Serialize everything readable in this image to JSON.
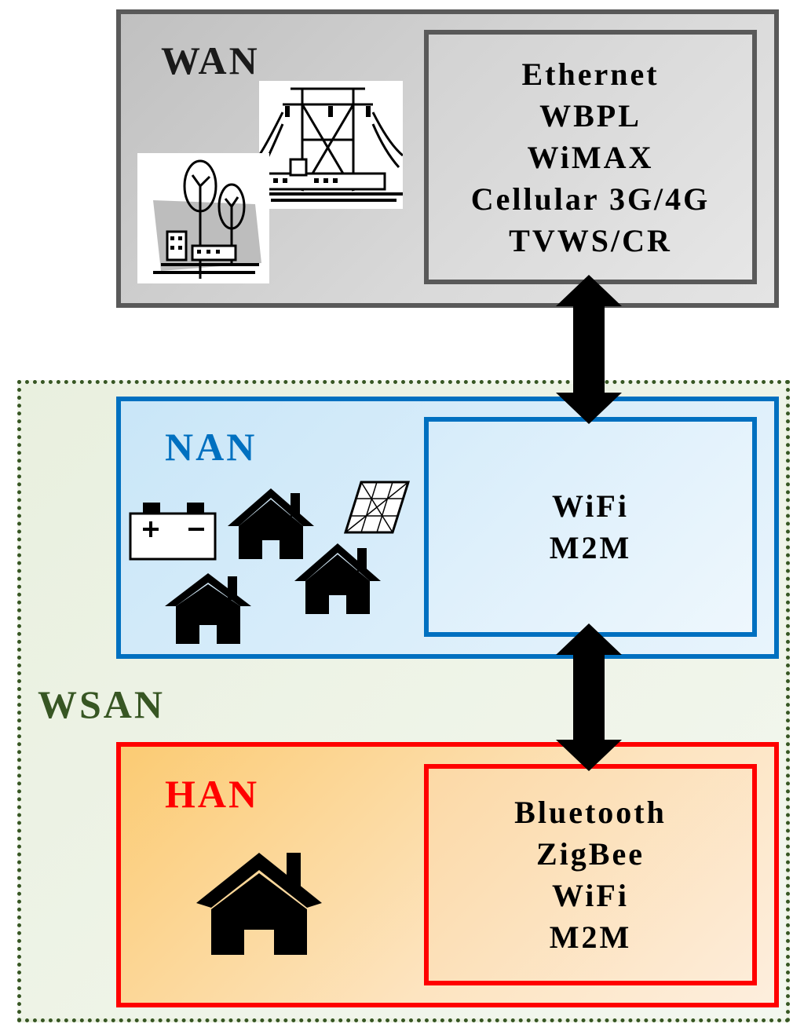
{
  "wan": {
    "title": "WAN",
    "protocols": [
      "Ethernet",
      "WBPL",
      "WiMAX",
      "Cellular 3G/4G",
      "TVWS/CR"
    ],
    "color": "#595959"
  },
  "wsan": {
    "title": "WSAN",
    "color": "#375623"
  },
  "nan": {
    "title": "NAN",
    "protocols": [
      "WiFi",
      "M2M"
    ],
    "color": "#0070c0"
  },
  "han": {
    "title": "HAN",
    "protocols": [
      "Bluetooth",
      "ZigBee",
      "WiFi",
      "M2M"
    ],
    "color": "#ff0000"
  },
  "icons": {
    "wan": [
      "power-tower-icon",
      "wind-turbine-icon"
    ],
    "nan": [
      "battery-icon",
      "house-icon",
      "house-icon",
      "house-icon",
      "solar-panel-icon"
    ],
    "han": [
      "house-icon"
    ],
    "links": [
      "double-arrow-icon",
      "double-arrow-icon"
    ]
  }
}
